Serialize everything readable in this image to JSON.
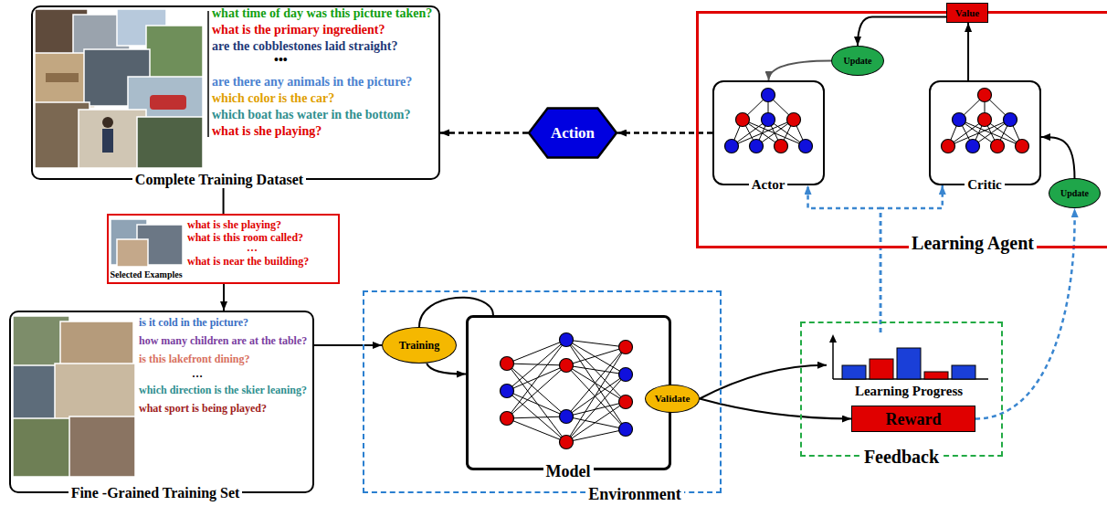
{
  "diagram": {
    "nodes": [
      {
        "text": [
          "what time of day was this picture taken?",
          "what is the primary ingredient?",
          "are the cobblestones laid straight?",
          "•••",
          "are there any animals in the picture?",
          "which color is the car?",
          "which boat has water in the bottom?",
          "what is she playing?",
          "Complete Training Dataset"
        ]
      },
      {
        "text": [
          "Action"
        ]
      },
      {
        "text": [
          "Learning Agent"
        ]
      },
      {
        "text": [
          "Value"
        ],
        "in": 2
      },
      {
        "text": [
          "Update"
        ],
        "in": 2
      },
      {
        "text": [
          "Actor"
        ],
        "in": 2
      },
      {
        "text": [
          "Critic"
        ],
        "in": 2
      },
      {
        "text": [
          "Update"
        ],
        "in": 2
      },
      {
        "text": [
          "what is she playing?",
          "what is this room called?",
          "…",
          "what is near the building?",
          "Selected Examples"
        ]
      },
      {
        "text": [
          "is it cold in the picture?",
          "how many children are at the table?",
          "is this lakefront dining?",
          "…",
          "which direction is the skier leaning?",
          "what sport is being played?",
          "Fine -Grained Training Set"
        ]
      },
      {
        "text": [
          "Environment"
        ]
      },
      {
        "text": [
          "Training"
        ],
        "in": 10
      },
      {
        "text": [
          "Model"
        ],
        "in": 10
      },
      {
        "text": [
          "Validate"
        ],
        "in": 10
      },
      {
        "text": [
          "Feedback"
        ]
      },
      {
        "text": [
          "Learning Progress"
        ],
        "in": 14
      },
      {
        "text": [
          "Reward"
        ],
        "in": 14
      }
    ],
    "edges": [
      {
        "from": 5,
        "to": 1,
        "arrow": "to"
      },
      {
        "from": 1,
        "to": 0,
        "arrow": "to"
      },
      {
        "from": 0,
        "to": 8,
        "arrow": "none"
      },
      {
        "from": 8,
        "to": 9,
        "arrow": "to"
      },
      {
        "from": 9,
        "to": 11,
        "arrow": "to"
      },
      {
        "from": 11,
        "to": 12,
        "arrow": "to"
      },
      {
        "from": 12,
        "to": 11,
        "arrow": "none"
      },
      {
        "from": 13,
        "to": 15,
        "arrow": "to"
      },
      {
        "from": 13,
        "to": 16,
        "arrow": "to"
      },
      {
        "from": 15,
        "to": 5,
        "arrow": "to"
      },
      {
        "from": 15,
        "to": 6,
        "arrow": "to"
      },
      {
        "from": 16,
        "to": 7,
        "arrow": "to"
      },
      {
        "from": 7,
        "to": 6,
        "arrow": "to"
      },
      {
        "from": 6,
        "to": 3,
        "arrow": "to"
      },
      {
        "from": 3,
        "to": 4,
        "arrow": "to"
      },
      {
        "from": 4,
        "to": 5,
        "arrow": "to"
      }
    ]
  }
}
